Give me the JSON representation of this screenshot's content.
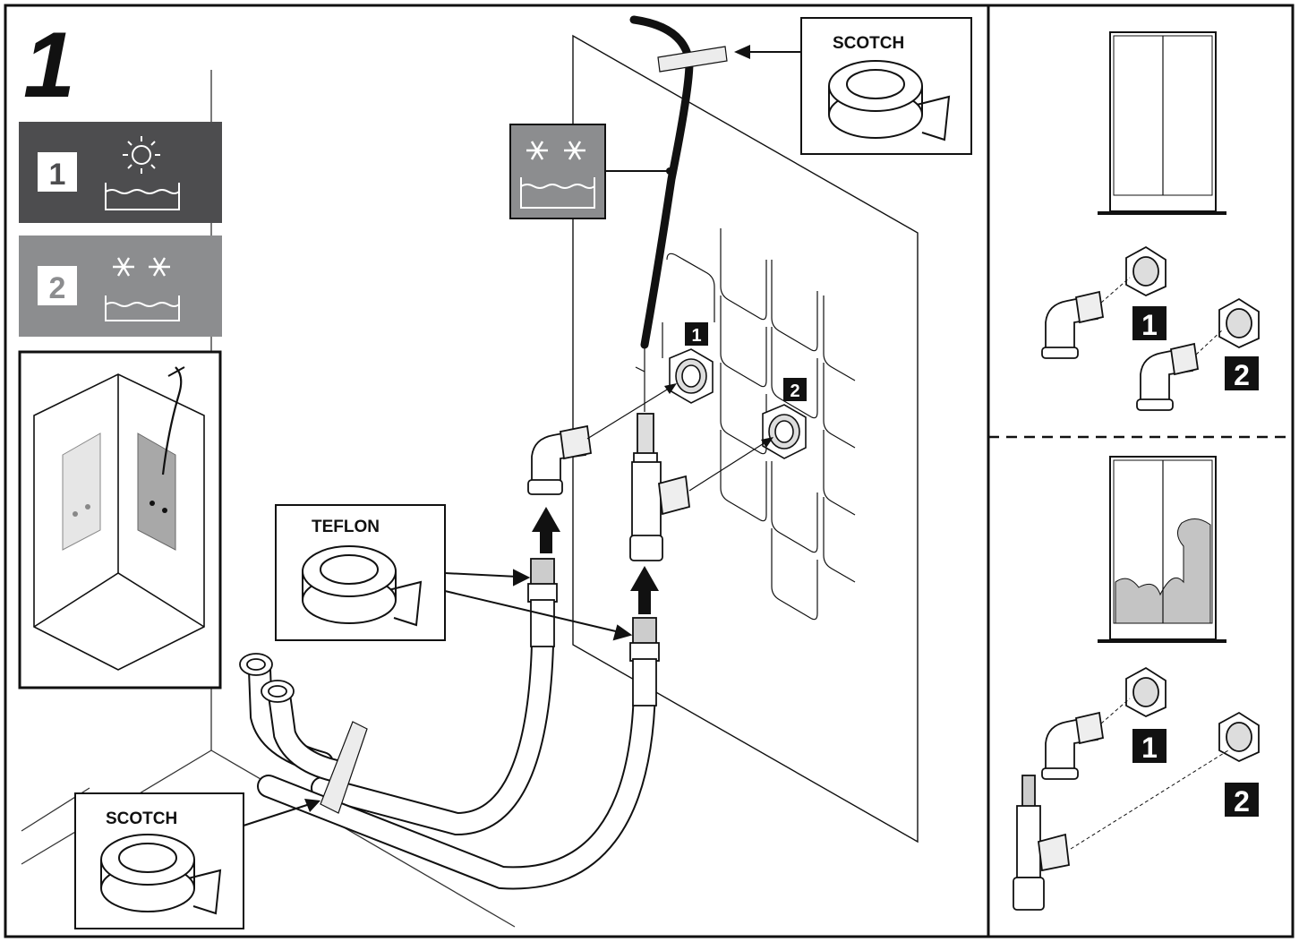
{
  "step_number": "1",
  "legend": {
    "hot": {
      "number": "1",
      "icon": "sun-water-icon",
      "color": "#4d4d4f"
    },
    "cold": {
      "number": "2",
      "icon": "snowflake-water-icon",
      "color": "#8c8d8f"
    }
  },
  "labels": {
    "scotch_top": "SCOTCH",
    "teflon": "TEFLON",
    "scotch_bottom": "SCOTCH"
  },
  "connection_badges": [
    "1",
    "2"
  ],
  "side_panel": {
    "normal_shower": {
      "badges": [
        "1",
        "2"
      ]
    },
    "steam_shower": {
      "badges": [
        "1",
        "2"
      ]
    }
  },
  "colors": {
    "line": "#111111",
    "panel_gray": "#a8a8a8",
    "badge_bg": "#111111"
  }
}
